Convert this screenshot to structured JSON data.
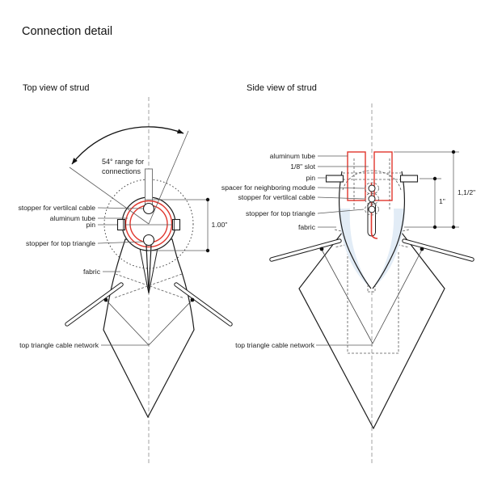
{
  "page": {
    "title": "Connection detail"
  },
  "colors": {
    "fabric": "#e2ecf6",
    "red": "#e0372e",
    "outline": "#1d1d1d",
    "leader": "#5a5a5a"
  },
  "top_view": {
    "title": "Top view of strud",
    "range_note_line1": "54° range for",
    "range_note_line2": "connections",
    "labels": {
      "stopper_vertical": "stopper for vertilcal cable",
      "aluminum_tube": "aluminum tube",
      "pin": "pin",
      "stopper_triangle": "stopper for top triangle",
      "fabric": "fabric",
      "cable_network": "top triangle cable network"
    },
    "dimension": "1.00\""
  },
  "side_view": {
    "title": "Side view of strud",
    "labels": {
      "aluminum_tube": "aluminum tube",
      "slot": "1/8\" slot",
      "pin": "pin",
      "spacer": "spacer for neighboring module",
      "stopper_vertical": "stopper for vertilcal cable",
      "stopper_triangle": "stopper for top triangle",
      "fabric": "fabric",
      "cable_network": "top triangle cable network"
    },
    "dimensions": {
      "inner": "1\"",
      "outer": "1,1/2\""
    }
  }
}
